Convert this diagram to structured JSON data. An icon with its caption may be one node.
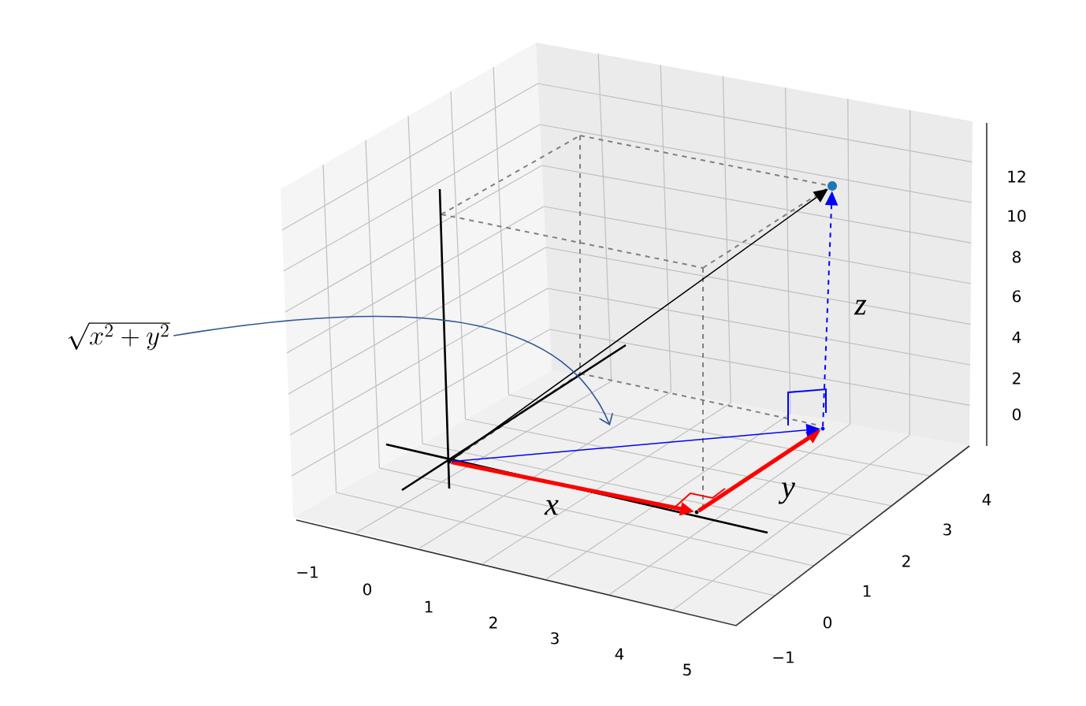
{
  "diagram": {
    "nodes": [
      {
        "text": [
          "\\sqrt{x^2 + y^2}"
        ]
      },
      {
        "text": [],
        "shape": "dot"
      },
      {
        "text": [],
        "shape": "dot"
      },
      {
        "text": [],
        "shape": "dot"
      },
      {
        "text": [],
        "shape": "dot"
      }
    ],
    "edges": [
      {
        "from": 1,
        "to": 2,
        "arrow": "to",
        "label": "x",
        "color": "#ff0000",
        "style": "thick"
      },
      {
        "from": 2,
        "to": 3,
        "arrow": "to",
        "label": "y",
        "color": "#ff0000",
        "style": "thick"
      },
      {
        "from": 1,
        "to": 3,
        "arrow": "to",
        "color": "#0000ff"
      },
      {
        "from": 3,
        "to": 4,
        "arrow": "to",
        "label": "z",
        "color": "#0000ff",
        "style": "dashed"
      },
      {
        "from": 1,
        "to": 4,
        "arrow": "to",
        "color": "#000000"
      },
      {
        "from": 0,
        "to": null,
        "arrow": "to",
        "color": "#2f5597"
      }
    ],
    "labels": [
      "−1",
      "0",
      "1",
      "2",
      "3",
      "4",
      "5",
      "−1",
      "0",
      "1",
      "2",
      "3",
      "4",
      "0",
      "2",
      "4",
      "6",
      "8",
      "10",
      "12"
    ]
  }
}
